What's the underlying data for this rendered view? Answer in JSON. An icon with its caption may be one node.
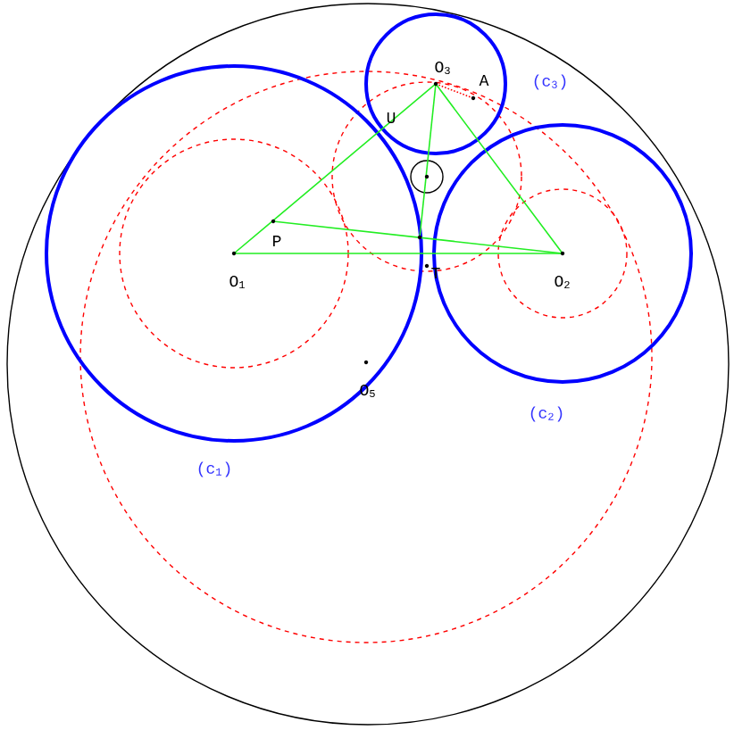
{
  "diagram": {
    "labels": [
      "O$_{3}$",
      "A",
      "(c$_{3}$)",
      "U",
      "P",
      "O$_{1}$",
      "T",
      "O$_{2}$",
      "O$_{5}$",
      "(c$_{2}$)",
      "(c$_{1}$)"
    ]
  }
}
